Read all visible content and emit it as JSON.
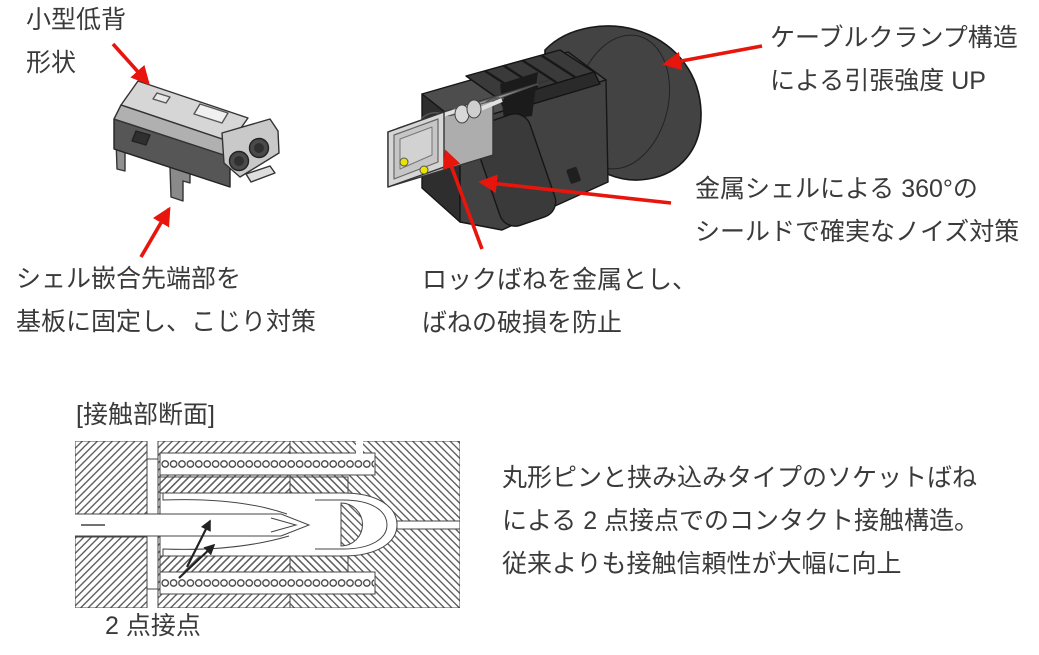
{
  "colors": {
    "background": "#ffffff",
    "text": "#3a3a3a",
    "arrow_red": "#e8150d",
    "pin_yellow": "#e9e400",
    "hatch_gray": "#5f5f5f"
  },
  "callouts": {
    "compact_low_profile": {
      "lines": [
        "小型低背",
        "形状"
      ]
    },
    "shell_tip_fixing": {
      "lines": [
        "シェル嵌合先端部を",
        "基板に固定し、こじり対策"
      ]
    },
    "cable_clamp": {
      "lines": [
        "ケーブルクランプ構造",
        "による引張強度 UP"
      ]
    },
    "metal_shell_shield": {
      "lines": [
        "金属シェルによる 360°の",
        "シールドで確実なノイズ対策"
      ]
    },
    "metal_lock_spring": {
      "lines": [
        "ロックばねを金属とし、",
        "ばねの破損を防止"
      ]
    }
  },
  "cross_section": {
    "title": "[接触部断面]",
    "contact_label": "2 点接点",
    "description": {
      "lines": [
        "丸形ピンと挟み込みタイプのソケットばね",
        "による 2 点接点でのコンタクト接触構造。",
        "従来よりも接触信頼性が大幅に向上"
      ]
    }
  }
}
